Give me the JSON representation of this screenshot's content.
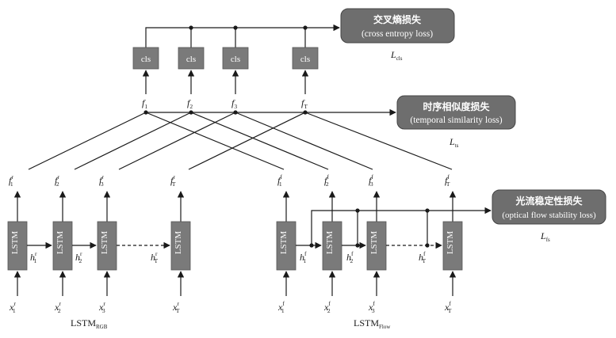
{
  "loss_boxes": {
    "ce": {
      "title": "交叉熵损失",
      "subtitle": "(cross entropy loss)",
      "symbol": "L",
      "symbol_sub": "cls"
    },
    "ts": {
      "title": "时序相似度损失",
      "subtitle": "(temporal similarity loss)",
      "symbol": "L",
      "symbol_sub": "ts"
    },
    "fs": {
      "title": "光流稳定性损失",
      "subtitle": "(optical flow stability loss)",
      "symbol": "L",
      "symbol_sub": "fs"
    }
  },
  "cls_label": "cls",
  "lstm_label": "LSTM",
  "fused_labels": [
    {
      "base": "f",
      "sub": "1"
    },
    {
      "base": "f",
      "sub": "2"
    },
    {
      "base": "f",
      "sub": "3"
    },
    {
      "base": "f",
      "sub": "T"
    }
  ],
  "rgb": {
    "outputs": [
      {
        "base": "f",
        "sub": "1",
        "sup": "r"
      },
      {
        "base": "f",
        "sub": "2",
        "sup": "r"
      },
      {
        "base": "f",
        "sub": "3",
        "sup": "r"
      },
      {
        "base": "f",
        "sub": "T",
        "sup": "r"
      }
    ],
    "hidden": [
      {
        "base": "h",
        "sub": "1",
        "sup": "r"
      },
      {
        "base": "h",
        "sub": "2",
        "sup": "r"
      },
      {
        "base": "h",
        "sub": "T",
        "sup": "r"
      }
    ],
    "inputs": [
      {
        "base": "x",
        "sub": "1",
        "sup": "r"
      },
      {
        "base": "x",
        "sub": "2",
        "sup": "r"
      },
      {
        "base": "x",
        "sub": "3",
        "sup": "r"
      },
      {
        "base": "x",
        "sub": "T",
        "sup": "r"
      }
    ],
    "name": {
      "base": "LSTM",
      "sub": "RGB"
    }
  },
  "flow": {
    "outputs": [
      {
        "base": "f",
        "sub": "1",
        "sup": "f"
      },
      {
        "base": "f",
        "sub": "2",
        "sup": "f"
      },
      {
        "base": "f",
        "sub": "3",
        "sup": "f"
      },
      {
        "base": "f",
        "sub": "T",
        "sup": "f"
      }
    ],
    "hidden": [
      {
        "base": "h",
        "sub": "1",
        "sup": "f"
      },
      {
        "base": "h",
        "sub": "2",
        "sup": "f"
      },
      {
        "base": "h",
        "sub": "T",
        "sup": "f"
      }
    ],
    "inputs": [
      {
        "base": "x",
        "sub": "1",
        "sup": "f"
      },
      {
        "base": "x",
        "sub": "2",
        "sup": "f"
      },
      {
        "base": "x",
        "sub": "3",
        "sup": "f"
      },
      {
        "base": "x",
        "sub": "T",
        "sup": "f"
      }
    ],
    "name": {
      "base": "LSTM",
      "sub": "Flow"
    }
  },
  "colors": {
    "box_fill": "#7a7a7a",
    "loss_fill": "#6e6e6e",
    "line": "#1a1a1a",
    "text_on_box": "#ffffff"
  }
}
